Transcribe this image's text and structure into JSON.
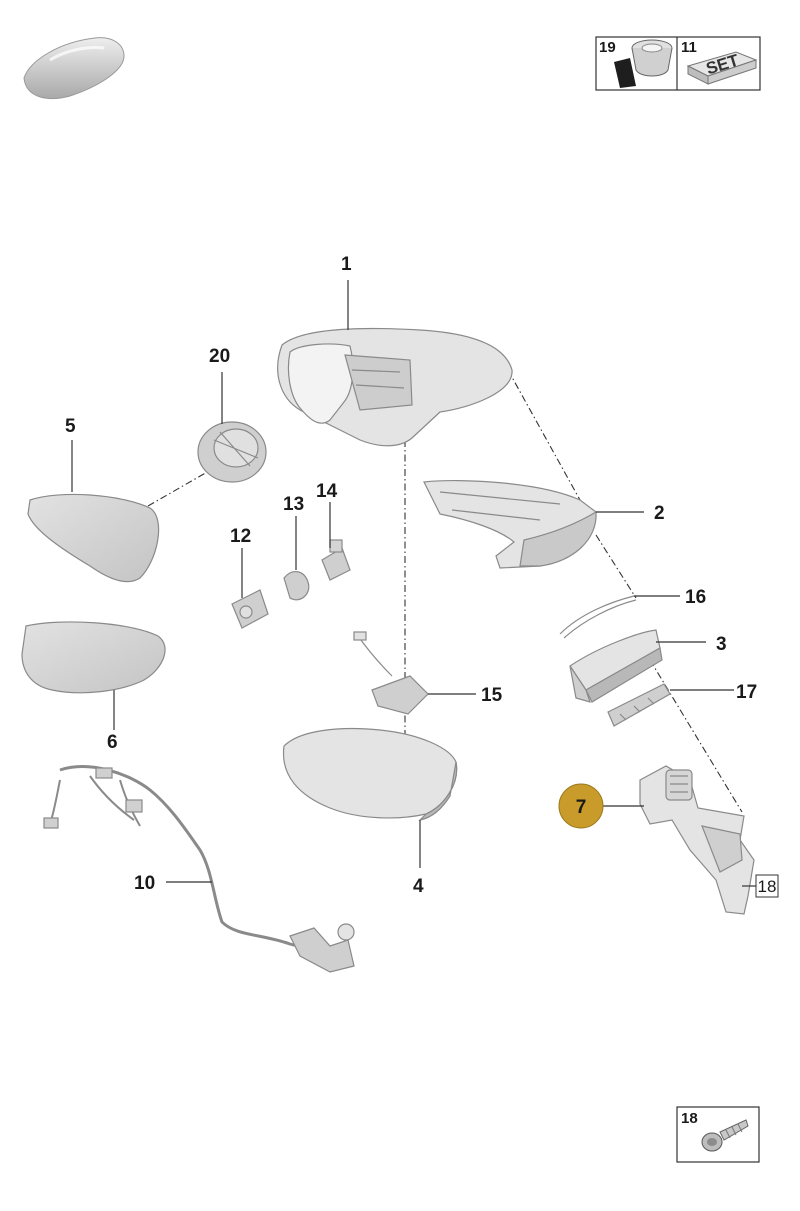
{
  "callouts": {
    "c1": "1",
    "c2": "2",
    "c3": "3",
    "c4": "4",
    "c5": "5",
    "c6": "6",
    "c7": "7",
    "c10": "10",
    "c12": "12",
    "c13": "13",
    "c14": "14",
    "c15": "15",
    "c16": "16",
    "c17": "17",
    "c18": "18",
    "c20": "20"
  },
  "legend_top": {
    "item19": "19",
    "item11": "11",
    "set_label": "SET"
  },
  "legend_bottom": {
    "item18": "18"
  },
  "colors": {
    "highlight": "#c89b2a",
    "line": "#333333",
    "part": "#d6d6d6"
  }
}
